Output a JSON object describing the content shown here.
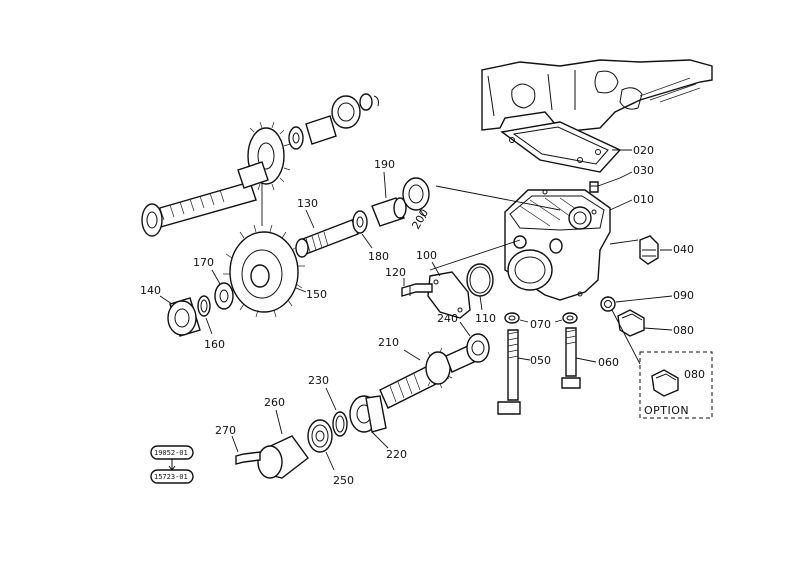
{
  "labels": {
    "p010": "010",
    "p020": "020",
    "p030": "030",
    "p040": "040",
    "p050": "050",
    "p060": "060",
    "p070": "070",
    "p080": "080",
    "p080_option": "080",
    "p090": "090",
    "p100": "100",
    "p110": "110",
    "p120": "120",
    "p130": "130",
    "p140": "140",
    "p150": "150",
    "p160": "160",
    "p170": "170",
    "p180": "180",
    "p190": "190",
    "p200": "200",
    "p210": "210",
    "p220": "220",
    "p230": "230",
    "p240": "240",
    "p250": "250",
    "p260": "260",
    "p270": "270"
  },
  "option_label": "OPTION",
  "legend": {
    "code_top": "19052-01",
    "code_bottom": "15723-01"
  }
}
